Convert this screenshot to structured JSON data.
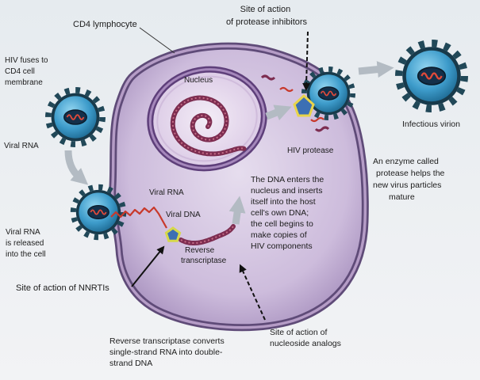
{
  "top": {
    "cd4_label": "CD4 lymphocyte",
    "protease_inhibitor_site": [
      "Site of action",
      "of protease inhibitors"
    ]
  },
  "left": {
    "fusion_caption": [
      "HIV fuses to",
      "CD4 cell",
      "membrane"
    ],
    "viral_rna_label": "Viral RNA",
    "release_caption": [
      "Viral RNA",
      "is released",
      "into the cell"
    ],
    "nnrti_site": "Site of action of NNRTIs"
  },
  "cell": {
    "nucleus_label": "Nucleus",
    "viral_rna_label": "Viral RNA",
    "viral_dna_label": "Viral DNA",
    "reverse_transcriptase_label": [
      "Reverse",
      "transcriptase"
    ],
    "integration_caption": [
      "The DNA enters the",
      "nucleus and inserts",
      "itself into the host",
      "cell's own DNA;",
      "the cell begins to",
      "make copies of",
      "HIV components"
    ],
    "hiv_protease_label": "HIV protease"
  },
  "right": {
    "virion_label": "Infectious virion",
    "protease_caption": [
      "An enzyme called",
      "protease helps the",
      "new virus particles",
      "mature"
    ]
  },
  "bottom": {
    "rt_caption": [
      "Reverse transcriptase converts",
      "single-strand RNA into double-",
      "strand DNA"
    ],
    "nucleoside_site": [
      "Site of action of",
      "nucleoside analogs"
    ]
  },
  "colors": {
    "cell": "#cdbcdc",
    "membrane": "#5f4b78",
    "nucleus_envelope": "#5e3f7a",
    "virion": "#3e9ccb",
    "viral_rna": "#c8392b",
    "viral_dna": "#7d2d50",
    "enzyme": "#3c6fb4",
    "enzyme_outline": "#e8d44a",
    "process_arrow": "#b3bbc3"
  }
}
